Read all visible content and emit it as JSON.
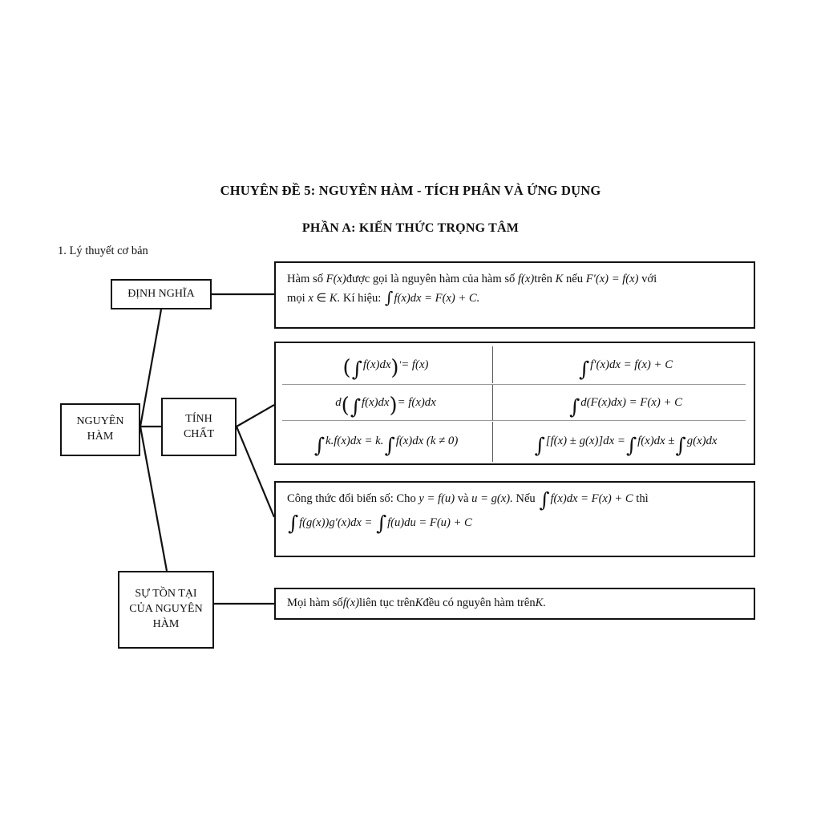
{
  "document": {
    "title_main": "CHUYÊN ĐỀ 5: NGUYÊN HÀM - TÍCH PHÂN VÀ ỨNG DỤNG",
    "title_sub": "PHẦN A: KIẾN THỨC TRỌNG TÂM",
    "section_label": "1. Lý thuyết cơ bản"
  },
  "nodes": {
    "root": {
      "line1": "NGUYÊN",
      "line2": "HÀM"
    },
    "definition": {
      "label": "ĐỊNH NGHĨA"
    },
    "properties": {
      "line1": "TÍNH",
      "line2": "CHẤT"
    },
    "existence": {
      "line1": "SỰ TỒN TẠI",
      "line2": "CỦA NGUYÊN",
      "line3": "HÀM"
    }
  },
  "boxes": {
    "definition": {
      "line1_a": "Hàm số ",
      "line1_f": "F(x)",
      "line1_b": "được gọi là nguyên hàm của hàm số ",
      "line1_f2": "f(x)",
      "line1_c": "trên ",
      "line1_k": "K",
      "line1_d": " nếu ",
      "line1_eq": "F",
      "line1_eq2": "(x) = ",
      "line1_eq3": "f(x)",
      "line1_e": " với",
      "line2_a": "mọi ",
      "line2_x": "x",
      "line2_in": " ∈ ",
      "line2_k": "K.",
      "line2_b": " Kí hiệu: ",
      "line2_int": "f(x)dx = F(x) + C."
    },
    "substitution": {
      "line1_a": "Công thức đổi biến số: Cho ",
      "line1_y": "y = f(u)",
      "line1_b": " và ",
      "line1_u": "u = g(x).",
      "line1_c": " Nếu ",
      "line1_int": "f(x)dx = F(x) + C",
      "line1_d": " thì",
      "line2_int1": "f(g(x))g",
      "line2_mid": "(x)dx = ",
      "line2_int2": "f(u)du = F(u) + C"
    },
    "existence": {
      "text_a": "Mọi hàm số ",
      "text_f": "f(x)",
      "text_b": " liên tục trên ",
      "text_k": "K",
      "text_c": " đều có nguyên hàm trên ",
      "text_k2": "K."
    }
  },
  "properties_table": {
    "rows": [
      {
        "left": {
          "prefix": "",
          "inner": "f(x)dx",
          "suffix": " = f(x)"
        },
        "right": {
          "inner": "f",
          "suffix": "(x)dx = f(x) + C"
        }
      },
      {
        "left": {
          "prefix": "d",
          "inner": "f(x)dx",
          "suffix": " = f(x)dx"
        },
        "right": {
          "inner": "",
          "suffix": "d(F(x)dx) = F(x) + C"
        }
      },
      {
        "left": {
          "prefix": "",
          "inner": "k.f(x)dx = k.",
          "suffix": "f(x)dx  (k ≠ 0)"
        },
        "right": {
          "inner": "[f(x) ± g(x)]dx = ",
          "suffix": "f(x)dx ± "
        }
      }
    ]
  },
  "colors": {
    "border": "#111111",
    "rule": "#9a9a9a",
    "background": "#ffffff",
    "text": "#111111"
  }
}
